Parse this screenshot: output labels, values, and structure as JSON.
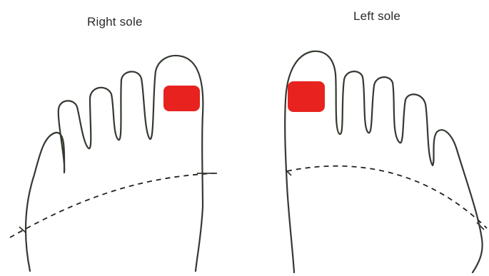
{
  "labels": {
    "right_sole": "Right sole",
    "left_sole": "Left sole"
  },
  "colors": {
    "highlight": "#e8231f",
    "outline": "#333a30",
    "background": "#ffffff"
  },
  "highlight_region": "big toe pad"
}
